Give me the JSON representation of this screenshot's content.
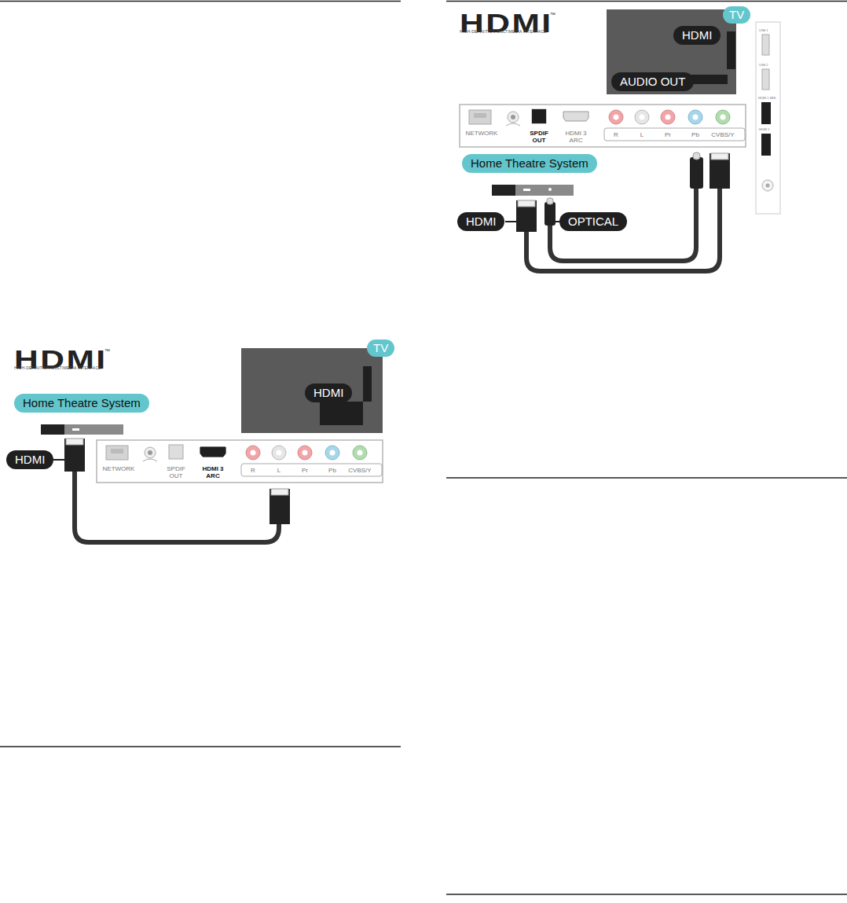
{
  "diagram": {
    "nodes": [
      {
        "text": [
          "Home Theatre System"
        ]
      },
      {
        "text": [
          "TV"
        ]
      },
      {
        "text": [
          "HDMI"
        ]
      },
      {
        "text": [
          "HDMI"
        ]
      },
      {
        "text": [
          "TV"
        ]
      },
      {
        "text": [
          "HDMI"
        ]
      },
      {
        "text": [
          "AUDIO OUT"
        ]
      },
      {
        "text": [
          "Home Theatre System"
        ]
      },
      {
        "text": [
          "HDMI"
        ]
      },
      {
        "text": [
          "OPTICAL"
        ]
      }
    ],
    "labels": [
      "HDMI",
      "™",
      "HIGH-DEFINITION MULTIMEDIA INTERFACE",
      "NETWORK",
      "SPDIF OUT",
      "HDMI 3 ARC",
      "R",
      "L",
      "Pr",
      "Pb",
      "CVBS/Y",
      "HDMI",
      "™",
      "HIGH-DEFINITION MULTIMEDIA INTERFACE",
      "NETWORK",
      "SPDIF OUT",
      "HDMI 3 ARC",
      "R",
      "L",
      "Pr",
      "Pb",
      "CVBS/Y",
      "USB 1",
      "USB 2",
      "HDMI 1 MHL",
      "HDMI 2"
    ]
  }
}
